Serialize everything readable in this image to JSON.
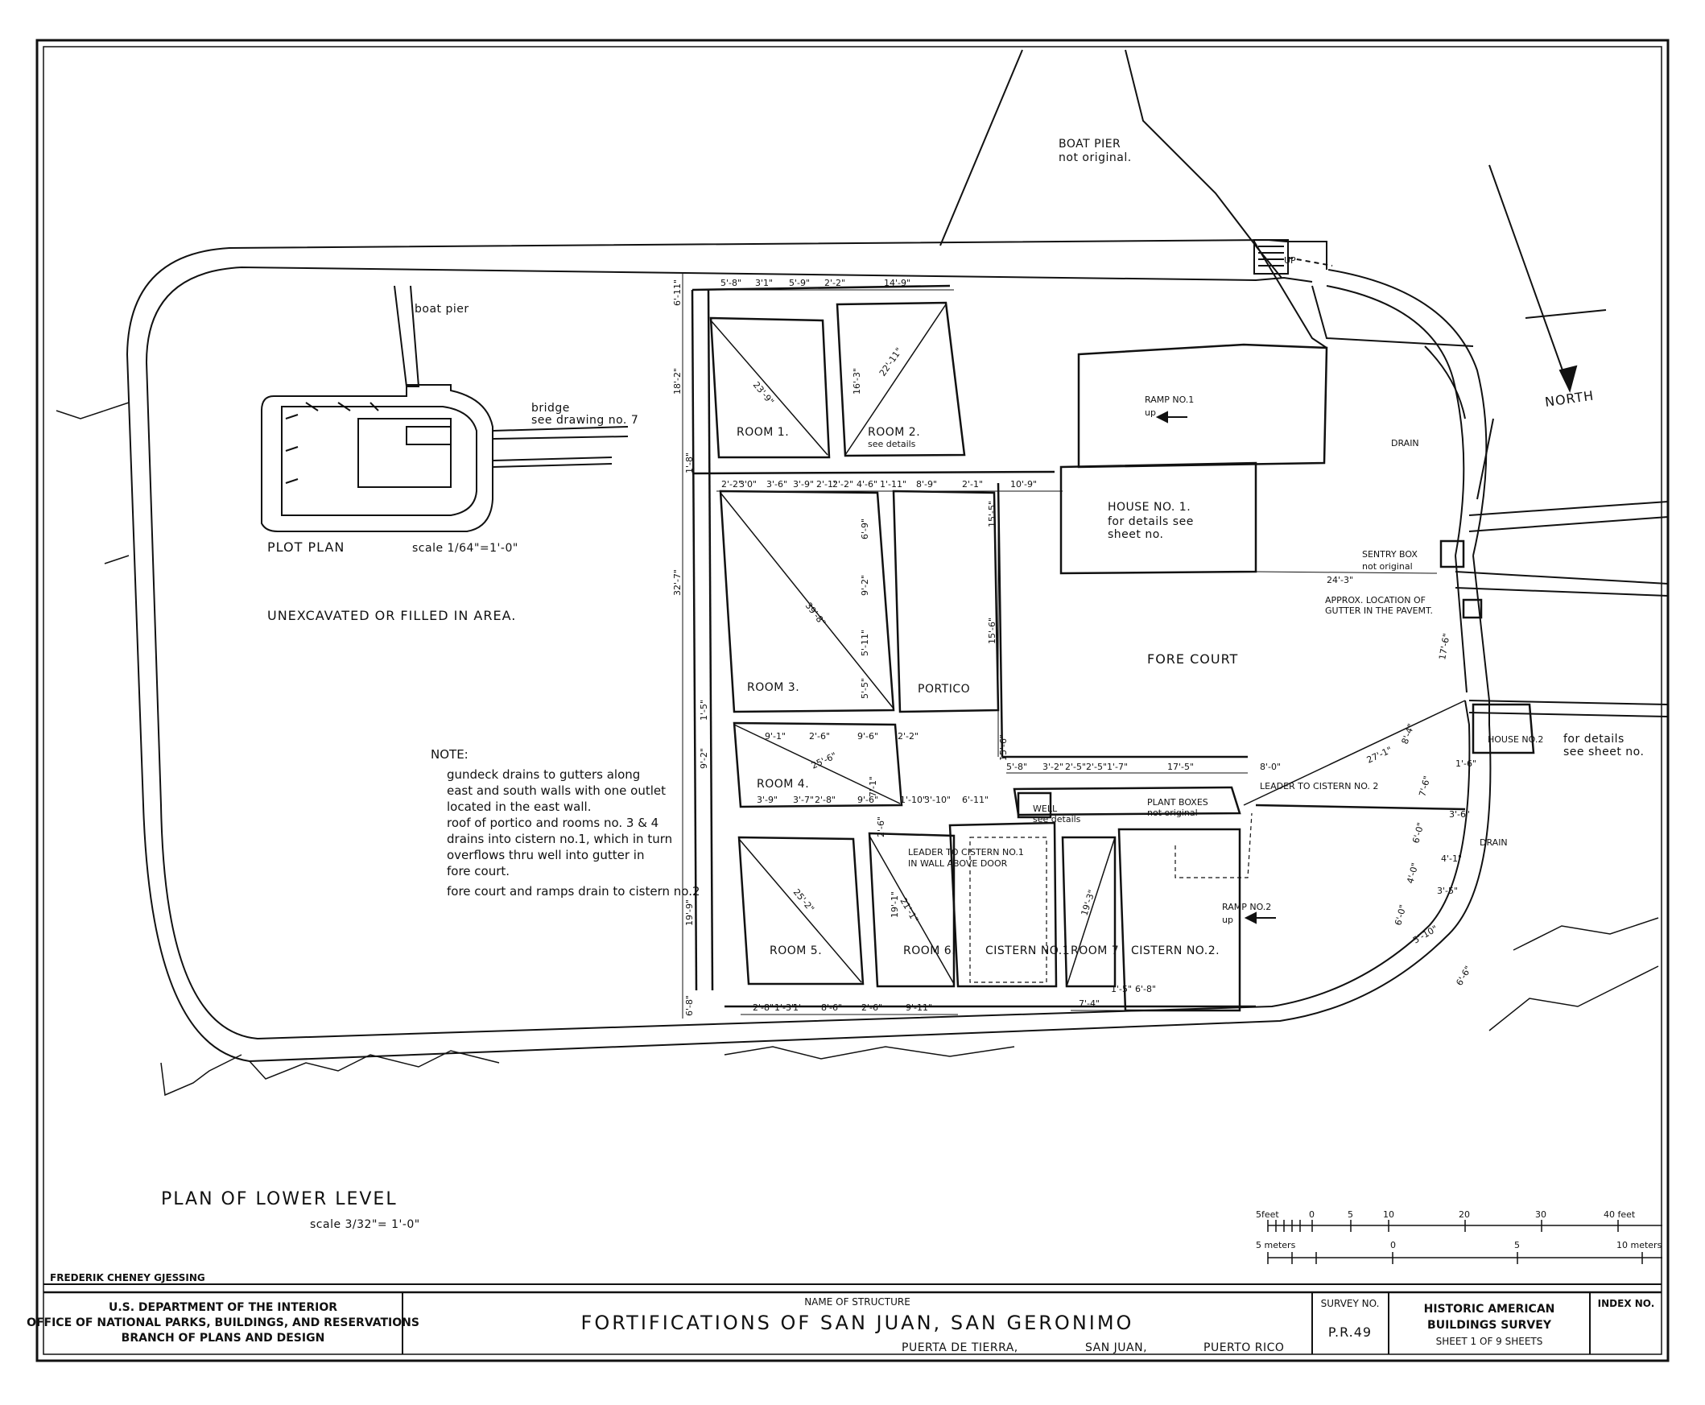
{
  "sheet": {
    "drawing_title": "PLAN OF LOWER LEVEL",
    "drawing_scale": "scale 3/32\"= 1'-0\"",
    "plot_plan": {
      "title": "PLOT PLAN",
      "scale": "scale 1/64\"=1'-0\"",
      "boat_pier": "boat pier",
      "bridge_1": "bridge",
      "bridge_2": "see drawing no. 7"
    },
    "area_labels": {
      "unexcavated": "UNEXCAVATED OR FILLED IN AREA.",
      "boat_pier_1": "BOAT PIER",
      "boat_pier_2": "not original.",
      "north": "NORTH",
      "up": "UP",
      "drain_1": "DRAIN",
      "drain_2": "DRAIN",
      "fore_court": "FORE COURT",
      "portico": "PORTICO",
      "sentry_1": "SENTRY BOX",
      "sentry_2": "not original",
      "gutter_1": "APPROX. LOCATION OF",
      "gutter_2": "GUTTER IN THE PAVEMT.",
      "house2": "HOUSE NO.2",
      "house2_note_1": "for details",
      "house2_note_2": "see sheet no.",
      "leader2": "LEADER TO CISTERN NO. 2",
      "leader1_1": "LEADER TO CISTERN NO.1",
      "leader1_2": "IN WALL ABOVE DOOR",
      "plant_1": "PLANT BOXES",
      "plant_2": "not original",
      "well_1": "WELL",
      "well_2": "see details",
      "ramp1_1": "RAMP NO.1",
      "ramp1_2": "up",
      "ramp2_1": "RAMP NO.2",
      "ramp2_2": "up",
      "house1_1": "HOUSE NO. 1.",
      "house1_2": "for details see",
      "house1_3": "sheet no."
    },
    "rooms": {
      "room1": "ROOM 1.",
      "room2": "ROOM 2.",
      "room2_note": "see details",
      "room3": "ROOM 3.",
      "room4": "ROOM 4.",
      "room5": "ROOM 5.",
      "room6": "ROOM 6.",
      "room7": "ROOM 7",
      "cistern1": "CISTERN NO.1",
      "cistern2": "CISTERN NO.2."
    },
    "note": {
      "heading": "NOTE:",
      "lines": [
        "gundeck drains to gutters along",
        "east and south walls with one outlet",
        "located in the east wall.",
        "roof of portico and rooms no. 3 & 4",
        "drains into cistern no.1, which in turn",
        "overflows thru well into gutter in",
        "fore court.",
        "fore court and ramps drain to cistern no.2"
      ]
    },
    "dimensions": {
      "top": [
        "5'-8\"",
        "3'1\"",
        "5'-9\"",
        "2'-2\"",
        "14'-9\""
      ],
      "left": [
        "6'-11\"",
        "18'-2\"",
        "1'-8\"",
        "32'-7\"",
        "1'-5\"",
        "9'-2\"",
        "19'-9\"",
        "6'-8\""
      ],
      "row1": [
        "2'-2\"",
        "3'0\"",
        "3'-6\"",
        "3'-9\"",
        "2'-1\"",
        "2'-2\"",
        "4'-6\"",
        "1'-11\"",
        "8'-9\"",
        "2'-1\"",
        "10'-9\""
      ],
      "bottom": [
        "2'-8\"",
        "1'-3\"",
        "1'",
        "8'-6\"",
        "2'-6\"",
        "9'-11\""
      ],
      "diag": [
        "23'-9\"",
        "22'-11\"",
        "39'-8\"",
        "25'-6\"",
        "25'-2\"",
        "21'-1\"",
        "19'-3\""
      ],
      "misc": [
        "16'-3\"",
        "6'-9\"",
        "9'-2\"",
        "5'-11\"",
        "5'-5\"",
        "15'-5\"",
        "15'-6\"",
        "15'-6\"",
        "9'-1\"",
        "2'-6\"",
        "9'-6\"",
        "2'-2\"",
        "7'-1\"",
        "3'-9\"",
        "3'-7\"",
        "2'-8\"",
        "9'-6\"",
        "1'-10\"",
        "3'-10\"",
        "6'-11\"",
        "5'-8\"",
        "3'-2\"",
        "2'-5\"",
        "2'-5\"",
        "1'-7\"",
        "17'-5\"",
        "8'-0\"",
        "27'-1\"",
        "8'-4\"",
        "1'-6\"",
        "7'-6\"",
        "3'-6\"",
        "6'-0\"",
        "4'-1\"",
        "4'-0\"",
        "3'-5\"",
        "6'-0\"",
        "5'-10\"",
        "6'-6\"",
        "24'-3\"",
        "17'-6\"",
        "7'-4\"",
        "1'-5\"",
        "6'-8\"",
        "19'-1\"",
        "2'-6\""
      ]
    },
    "scale_bar": {
      "feet_label": "5feet",
      "feet_ticks": [
        "0",
        "5",
        "10",
        "20",
        "30",
        "40 feet"
      ],
      "meter_label": "5 meters",
      "meter_ticks": [
        "0",
        "5",
        "10 meters"
      ]
    },
    "delineator": "FREDERIK CHENEY GJESSING",
    "title_block": {
      "agency_1": "U.S. DEPARTMENT OF THE INTERIOR",
      "agency_2": "OFFICE OF NATIONAL PARKS, BUILDINGS, AND RESERVATIONS",
      "agency_3": "BRANCH OF PLANS AND DESIGN",
      "name_label": "NAME OF STRUCTURE",
      "structure_name": "FORTIFICATIONS OF SAN JUAN, SAN GERONIMO",
      "loc_1": "PUERTA DE TIERRA,",
      "loc_2": "SAN JUAN,",
      "loc_3": "PUERTO RICO",
      "survey_label": "SURVEY NO.",
      "survey_no": "P.R.49",
      "habs_1": "HISTORIC AMERICAN",
      "habs_2": "BUILDINGS SURVEY",
      "sheet_info": "SHEET 1 OF 9 SHEETS",
      "index_label": "INDEX NO."
    }
  }
}
